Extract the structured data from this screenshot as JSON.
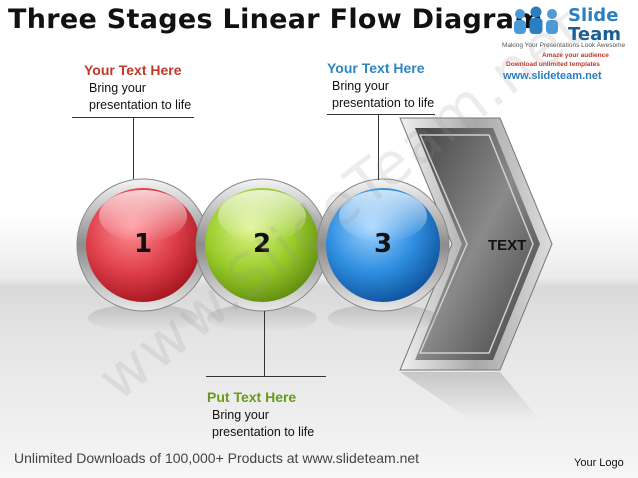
{
  "title": "Three Stages Linear Flow Diagram",
  "brand": {
    "name_line1": "Slide",
    "name_line2": "Team",
    "tagline": "Making Your Presentations Look Awesome",
    "line1": "Amaze your audience",
    "line2": "Download unlimited templates",
    "url": "www.slideteam.net"
  },
  "watermark": "www.SlideTeam.net",
  "callouts": [
    {
      "heading": "Your Text Here",
      "body_line1": "Bring your",
      "body_line2": "presentation to life",
      "color": "#c0392b"
    },
    {
      "heading": "Your Text Here",
      "body_line1": "Bring your",
      "body_line2": "presentation to life",
      "color": "#2e86c1"
    },
    {
      "heading": "Put Text Here",
      "body_line1": "Bring your",
      "body_line2": "presentation to life",
      "color": "#6a9a1a"
    }
  ],
  "stages": [
    {
      "number": "1",
      "color": "#e0404a"
    },
    {
      "number": "2",
      "color": "#9acd2a"
    },
    {
      "number": "3",
      "color": "#2f8fe0"
    }
  ],
  "arrow_label": "TEXT",
  "footer": "Unlimited Downloads of 100,000+ Products at www.slideteam.net",
  "logo_placeholder": "Your Logo"
}
